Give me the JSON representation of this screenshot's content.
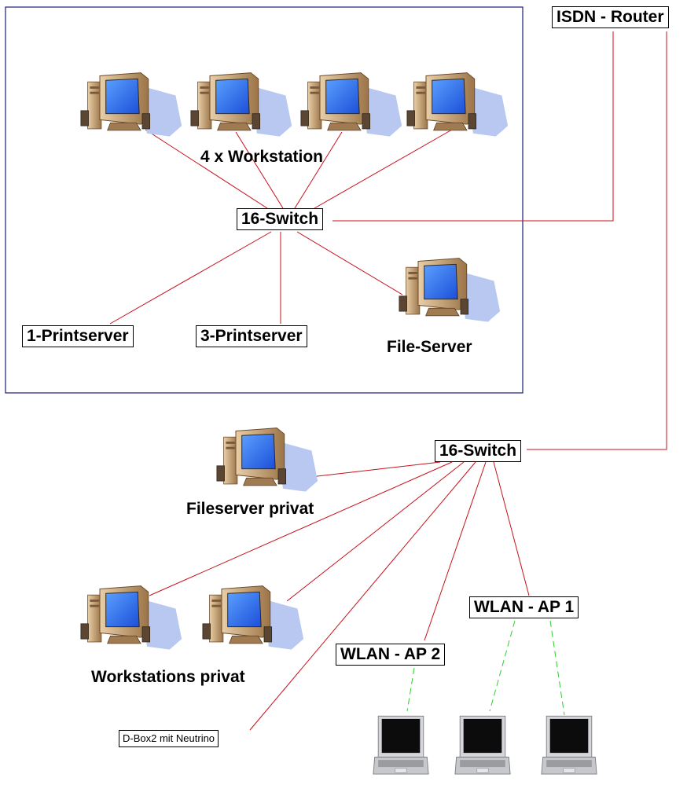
{
  "labels": {
    "isdn_router": "ISDN - Router",
    "switch_top": "16-Switch",
    "switch_bottom": "16-Switch",
    "workstations_group": "4 x Workstation",
    "printserver_1": "1-Printserver",
    "printserver_3": "3-Printserver",
    "file_server": "File-Server",
    "fileserver_privat": "Fileserver privat",
    "workstations_privat": "Workstations privat",
    "wlan_ap1": "WLAN - AP 1",
    "wlan_ap2": "WLAN - AP 2",
    "dbox": "D-Box2 mit Neutrino"
  },
  "colors": {
    "wired_link": "#c8101a",
    "wireless_link": "#33cc33",
    "office_border": "#1a1a80",
    "monitor_screen": "#2f6cf0",
    "case_beige": "#c8a070"
  },
  "icons": {
    "computer": "desktop-computer-icon",
    "laptop": "laptop-icon"
  }
}
